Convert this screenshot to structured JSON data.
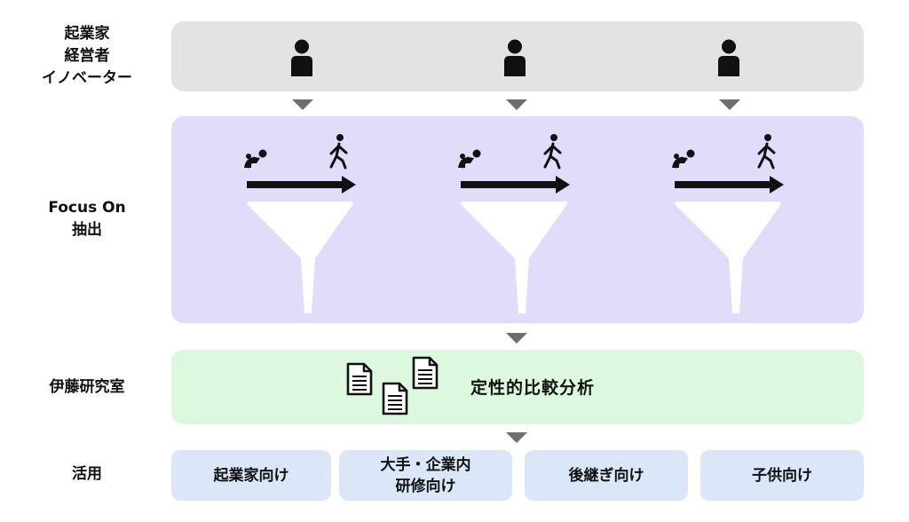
{
  "rows": {
    "top": {
      "label_lines": [
        "起業家",
        "経営者",
        "イノベーター"
      ]
    },
    "focus": {
      "label_lines": [
        "Focus On",
        "抽出"
      ]
    },
    "lab": {
      "label_lines": [
        "伊藤研究室"
      ],
      "content": "定性的比較分析"
    },
    "use": {
      "label_lines": [
        "活用"
      ],
      "cards": [
        {
          "lines": [
            "起業家向け"
          ]
        },
        {
          "lines": [
            "大手・企業内",
            "研修向け"
          ]
        },
        {
          "lines": [
            "後継ぎ向け"
          ]
        },
        {
          "lines": [
            "子供向け"
          ]
        }
      ]
    }
  },
  "icons": {
    "top": "person-icon",
    "focus": [
      "crawling-baby-icon",
      "walking-person-icon",
      "arrow-right-icon",
      "funnel-icon"
    ],
    "lab": "document-icon",
    "connector": "triangle-down-icon"
  },
  "colors": {
    "top_band": "#e3e3e3",
    "focus_band": "#e3dbfa",
    "lab_band": "#dcf8df",
    "use_card": "#dbe6f8",
    "connector": "#6e6e6e"
  }
}
